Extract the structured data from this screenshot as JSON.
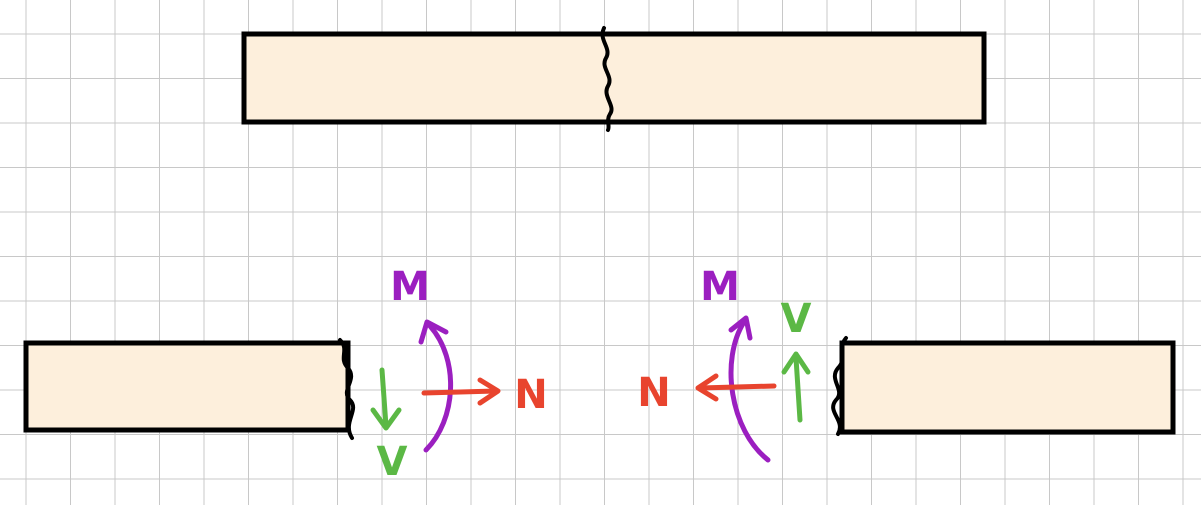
{
  "colors": {
    "grid": "#c8c8c8",
    "beam_fill": "#fdefdc",
    "beam_stroke": "#000000",
    "moment": "#9b1fc0",
    "shear": "#5bb845",
    "normal": "#e8442e"
  },
  "left_segment": {
    "moment_label": "M",
    "shear_label": "V",
    "normal_label": "N"
  },
  "right_segment": {
    "moment_label": "M",
    "shear_label": "V",
    "normal_label": "N"
  }
}
